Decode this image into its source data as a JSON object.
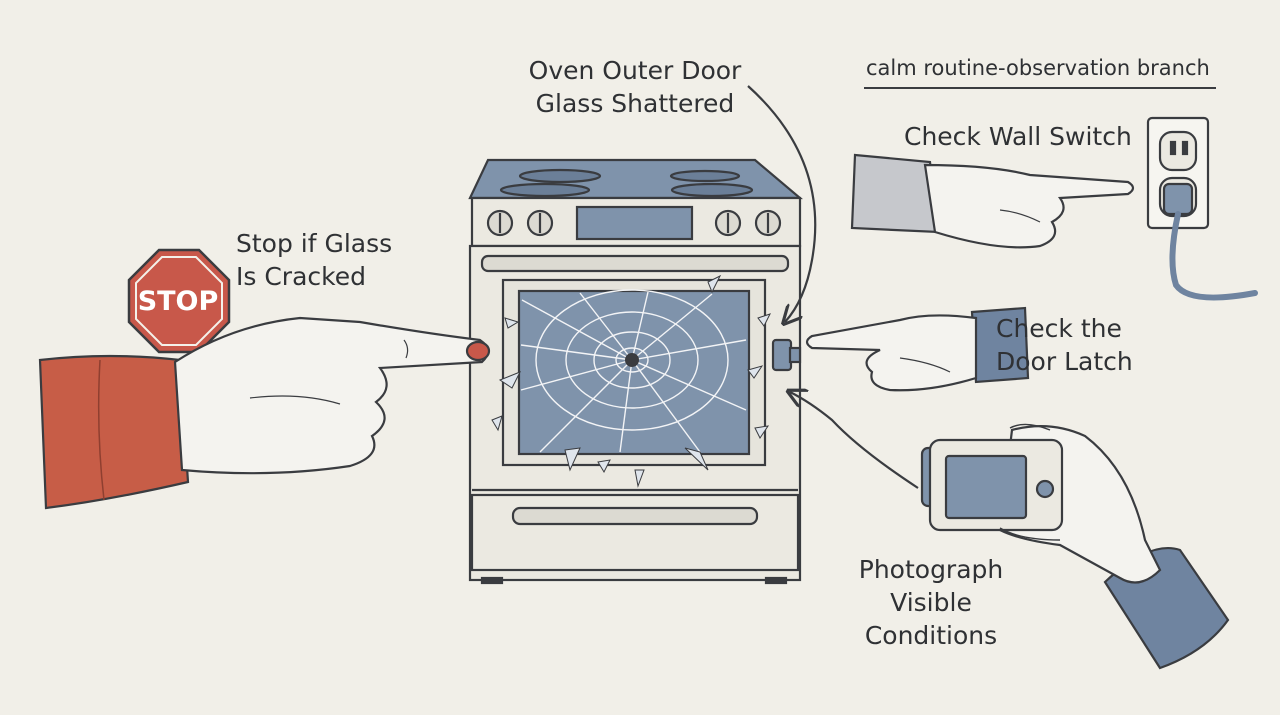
{
  "labels": {
    "oven_glass": "Oven Outer Door\nGlass Shattered",
    "stop_if_cracked": "Stop if Glass\nIs Cracked",
    "wall_switch": "Check Wall Switch",
    "door_latch": "Check the\nDoor Latch",
    "photograph": "Photograph\nVisible\nConditions",
    "branch": "calm routine-observation branch"
  },
  "stop_sign": {
    "text": "STOP"
  },
  "colors": {
    "background": "#f1efe8",
    "glass_blue": "#7f93ab",
    "stop_red": "#c8584a",
    "sleeve_red": "#c75d47",
    "sleeve_blue": "#6f84a0",
    "ink": "#3a3c40"
  }
}
